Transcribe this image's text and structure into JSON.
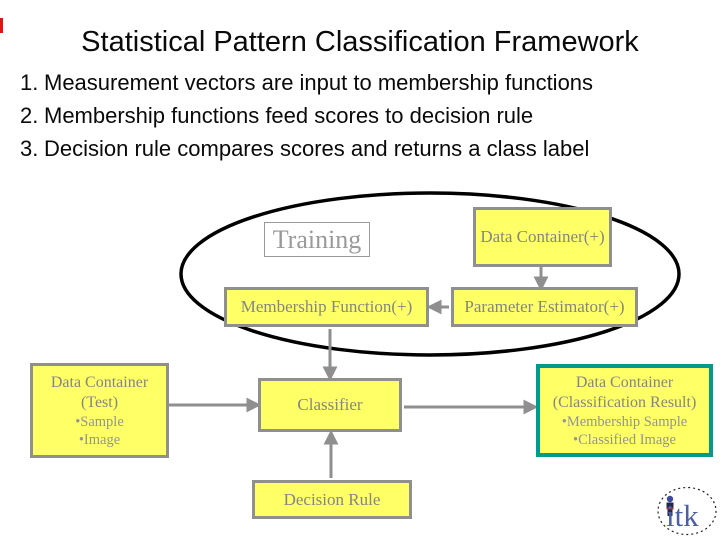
{
  "slide": {
    "title": "Statistical Pattern Classification Framework",
    "list": [
      {
        "num": "1.",
        "text": "Measurement vectors are input to membership functions"
      },
      {
        "num": "2.",
        "text": "Membership functions feed scores to decision rule"
      },
      {
        "num": "3.",
        "text": "Decision rule compares scores and returns a class label"
      }
    ]
  },
  "diagram": {
    "training_label": "Training",
    "data_container_train": "Data Container(+)",
    "membership_function": "Membership Function(+)",
    "parameter_estimator": "Parameter Estimator(+)",
    "classifier": "Classifier",
    "decision_rule": "Decision Rule",
    "data_container_test": {
      "title": "Data Container",
      "subtitle": "(Test)",
      "bullets": [
        "•Sample",
        "•Image"
      ]
    },
    "data_container_result": {
      "title": "Data Container",
      "subtitle": "(Classification Result)",
      "bullets": [
        "•Membership Sample",
        "•Classified Image"
      ]
    },
    "colors": {
      "box_fill": "#ffff66",
      "box_border": "#8f8f8f",
      "result_border": "#009b8f",
      "arrow": "#8f8f8f",
      "box_text": "#858585",
      "ellipse": "#000000",
      "accent_red": "#e11414"
    }
  },
  "logo": {
    "text": "itk",
    "color": "#4a5fa5"
  }
}
